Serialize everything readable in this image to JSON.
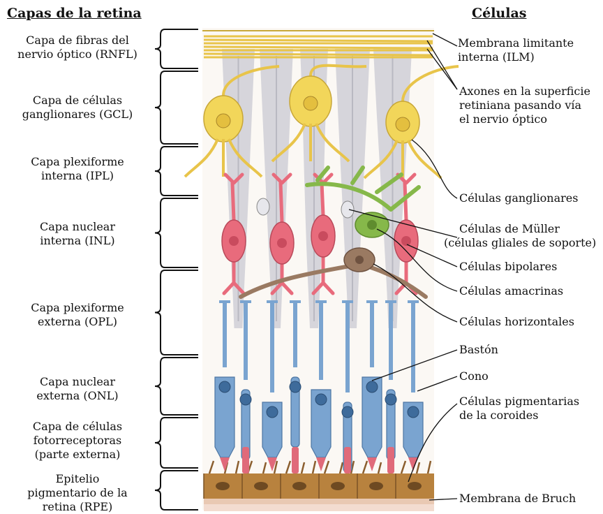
{
  "headings": {
    "layers": "Capas de la retina",
    "cells": "Células"
  },
  "layers": [
    {
      "key": "rnfl",
      "lines": [
        "Capa de fibras del",
        "nervio óptico (RNFL)"
      ]
    },
    {
      "key": "gcl",
      "lines": [
        "Capa de células",
        "ganglionares (GCL)"
      ]
    },
    {
      "key": "ipl",
      "lines": [
        "Capa plexiforme",
        "interna (IPL)"
      ]
    },
    {
      "key": "inl",
      "lines": [
        "Capa nuclear",
        "interna (INL)"
      ]
    },
    {
      "key": "opl",
      "lines": [
        "Capa plexiforme",
        "externa (OPL)"
      ]
    },
    {
      "key": "onl",
      "lines": [
        "Capa nuclear",
        "externa (ONL)"
      ]
    },
    {
      "key": "photo",
      "lines": [
        "Capa de células",
        "fotorreceptoras",
        "(parte externa)"
      ]
    },
    {
      "key": "rpe",
      "lines": [
        "Epitelio",
        "pigmentario de la",
        "retina (RPE)"
      ]
    }
  ],
  "cells": [
    {
      "key": "ilm",
      "lines": [
        "Membrana limitante",
        "interna (ILM)"
      ]
    },
    {
      "key": "axons",
      "lines": [
        "Axones en la superficie",
        "retiniana pasando vía",
        "el nervio óptico"
      ]
    },
    {
      "key": "ganglion",
      "lines": [
        "Células ganglionares"
      ]
    },
    {
      "key": "muller",
      "lines": [
        "Células de Müller",
        "(células gliales de soporte)"
      ]
    },
    {
      "key": "bipolar",
      "lines": [
        "Células bipolares"
      ]
    },
    {
      "key": "amacrine",
      "lines": [
        "Células amacrinas"
      ]
    },
    {
      "key": "horizontal",
      "lines": [
        "Células horizontales"
      ]
    },
    {
      "key": "rod",
      "lines": [
        "Bastón"
      ]
    },
    {
      "key": "cone",
      "lines": [
        "Cono"
      ]
    },
    {
      "key": "pigment",
      "lines": [
        "Células pigmentarias",
        "de la coroides"
      ]
    },
    {
      "key": "bruch",
      "lines": [
        "Membrana de Bruch"
      ]
    }
  ],
  "colors": {
    "axon": "#e8c44a",
    "ganglion": "#f2d65a",
    "muller": "#cfcfd6",
    "bipolar": "#e86b7c",
    "amacrine": "#86b84a",
    "horizontal": "#9a7a62",
    "photoreceptor": "#7aa4d0",
    "rpe": "#b8823e",
    "bruch": "#e9c9b3"
  }
}
